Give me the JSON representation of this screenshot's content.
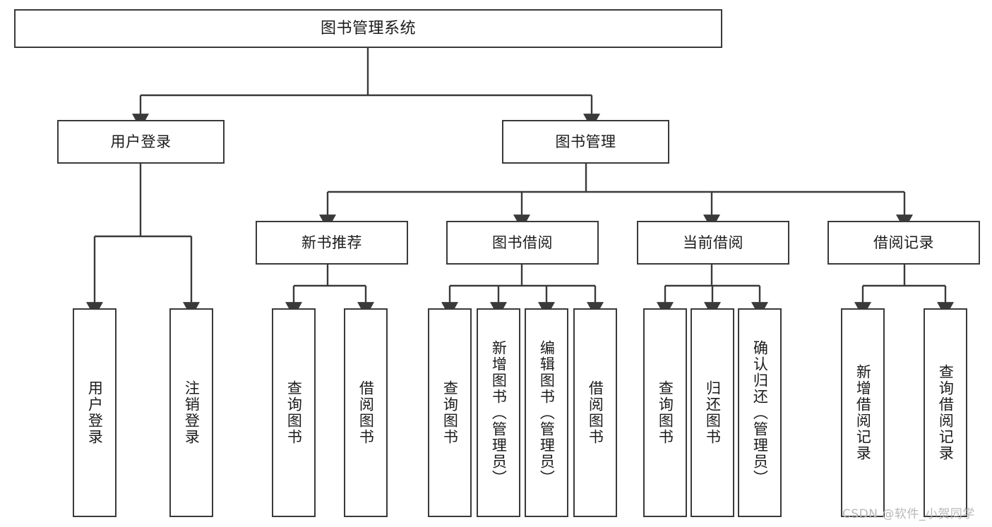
{
  "diagram": {
    "type": "tree",
    "title": "图书管理系统",
    "orientation": "top-down",
    "colors": {
      "node_border": "#3a3a3a",
      "node_fill": "#ffffff",
      "edge": "#3a3a3a",
      "text": "#1b1b1b",
      "watermark": "#b9b9b9",
      "background": "#ffffff"
    },
    "root": {
      "label": "图书管理系统"
    },
    "level2": [
      {
        "label": "用户登录"
      },
      {
        "label": "图书管理"
      }
    ],
    "level3": [
      {
        "label": "新书推荐"
      },
      {
        "label": "图书借阅"
      },
      {
        "label": "当前借阅"
      },
      {
        "label": "借阅记录"
      }
    ],
    "leaves": {
      "user_login": [
        {
          "label": "用户登录"
        },
        {
          "label": "注销登录"
        }
      ],
      "new_book": [
        {
          "label": "查询图书"
        },
        {
          "label": "借阅图书"
        }
      ],
      "book_borrow": [
        {
          "label": "查询图书"
        },
        {
          "label": "新增图书（管理员）"
        },
        {
          "label": "编辑图书（管理员）"
        },
        {
          "label": "借阅图书"
        }
      ],
      "current_borrow": [
        {
          "label": "查询图书"
        },
        {
          "label": "归还图书"
        },
        {
          "label": "确认归还（管理员）"
        }
      ],
      "borrow_record": [
        {
          "label": "新增借阅记录"
        },
        {
          "label": "查询借阅记录"
        }
      ]
    }
  },
  "watermark": {
    "text": "CSDN @软件_小贺同学"
  }
}
